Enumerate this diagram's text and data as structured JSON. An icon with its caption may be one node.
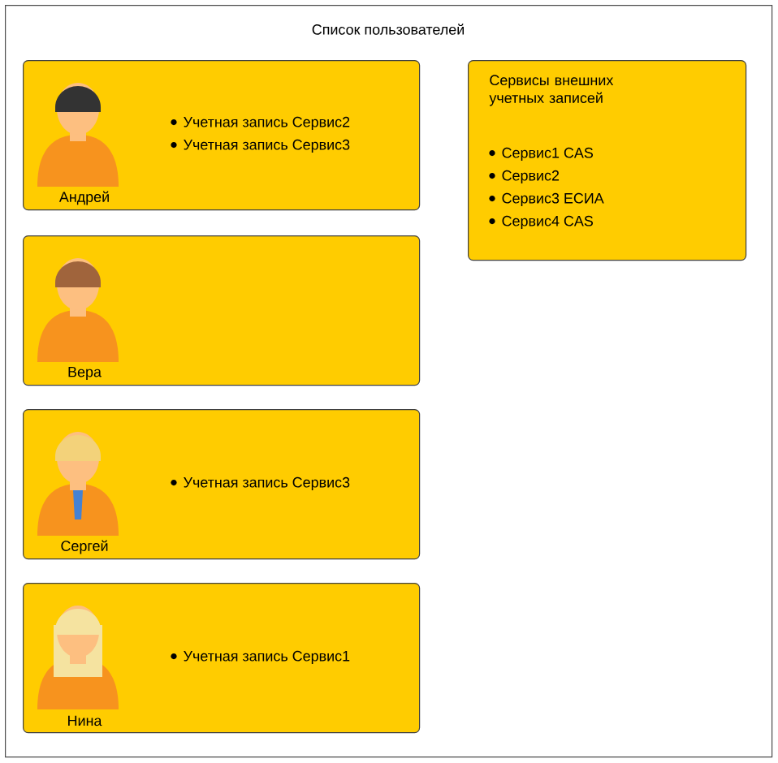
{
  "diagram": {
    "nodes": [
      {
        "text": [
          "Список пользователей"
        ]
      },
      {
        "text": [
          "Андрей",
          "Учетная запись Сервис2",
          "Учетная запись Сервис3"
        ],
        "in": 0
      },
      {
        "text": [
          "Вера"
        ],
        "in": 0
      },
      {
        "text": [
          "Сергей",
          "Учетная запись Сервис3"
        ],
        "in": 0
      },
      {
        "text": [
          "Нина",
          "Учетная запись Сервис1"
        ],
        "in": 0
      },
      {
        "text": [
          "Сервисы внешних учетных записей",
          "Сервис1 CAS",
          "Сервис2",
          "Сервис3 ЕСИА",
          "Сервис4 CAS"
        ],
        "in": 0
      }
    ]
  }
}
